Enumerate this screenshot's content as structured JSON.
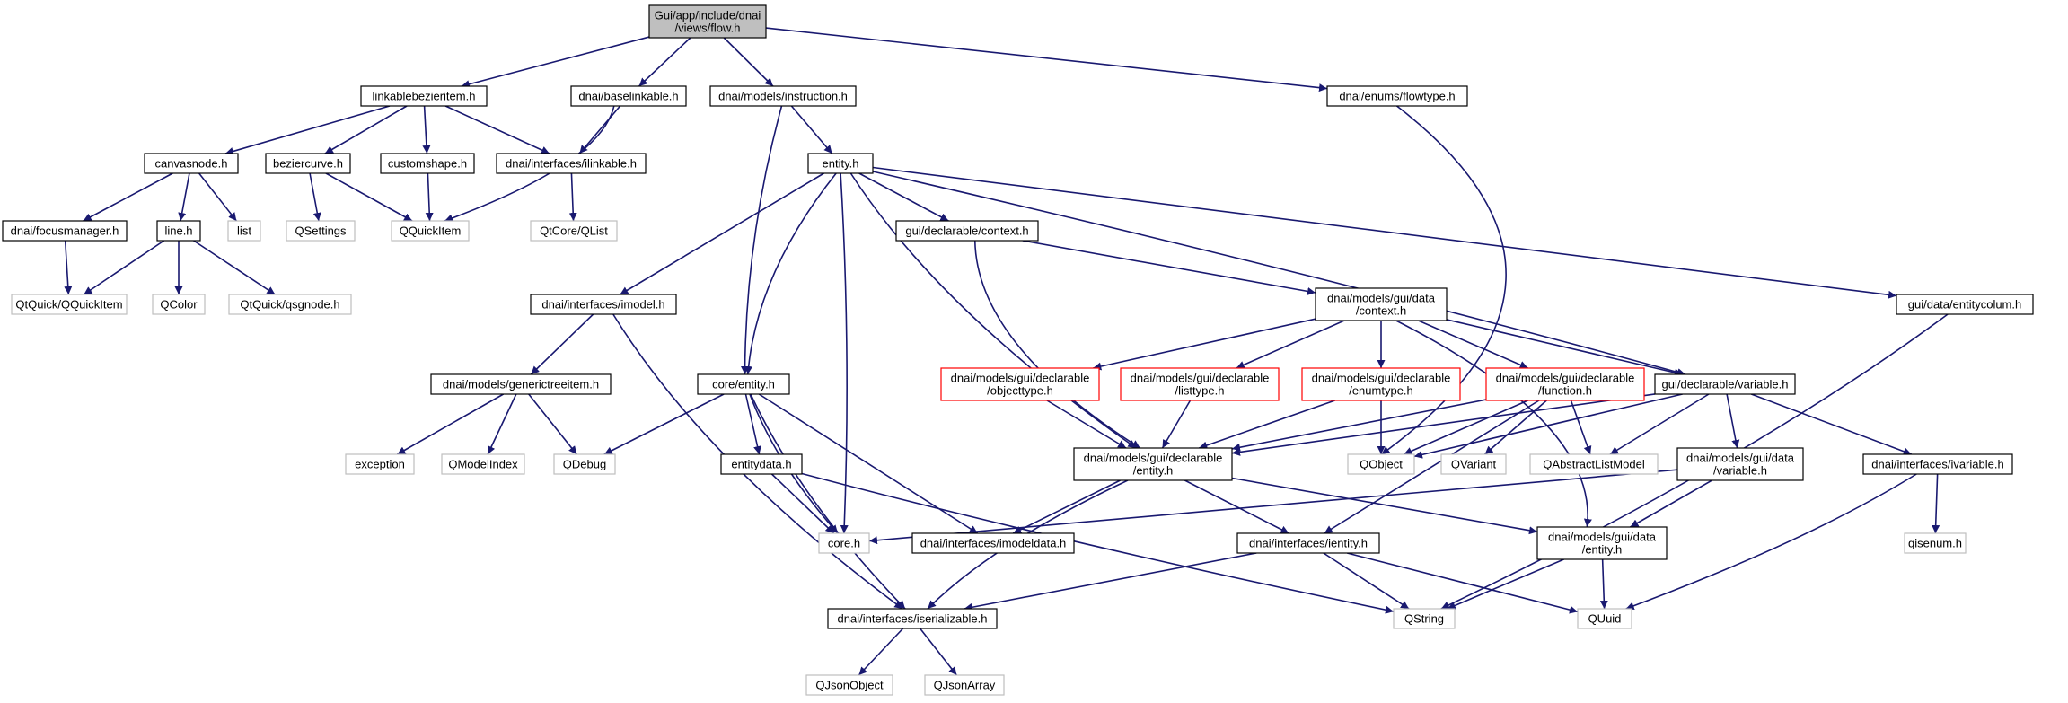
{
  "colors": {
    "edge": "#191970",
    "root_fill": "#bfbfbf",
    "node_border": "#000000",
    "external_border": "#bfbfbf",
    "missing_border": "#ff0000"
  },
  "nodes": {
    "root": [
      "Gui/app/include/dnai",
      "/views/flow.h"
    ],
    "linkablebezieritem": [
      "linkablebezieritem.h"
    ],
    "baselinkable": [
      "dnai/baselinkable.h"
    ],
    "instruction": [
      "dnai/models/instruction.h"
    ],
    "flowtype": [
      "dnai/enums/flowtype.h"
    ],
    "canvasnode": [
      "canvasnode.h"
    ],
    "beziercurve": [
      "beziercurve.h"
    ],
    "customshape": [
      "customshape.h"
    ],
    "ilinkable": [
      "dnai/interfaces/ilinkable.h"
    ],
    "entity": [
      "entity.h"
    ],
    "focusmanager": [
      "dnai/focusmanager.h"
    ],
    "line": [
      "line.h"
    ],
    "list": [
      "list"
    ],
    "qsettings": [
      "QSettings"
    ],
    "qquickitem": [
      "QQuickItem"
    ],
    "qtcoreqlist": [
      "QtCore/QList"
    ],
    "declcontext": [
      "gui/declarable/context.h"
    ],
    "qtquickqquickitem": [
      "QtQuick/QQuickItem"
    ],
    "qcolor": [
      "QColor"
    ],
    "qsgnode": [
      "QtQuick/qsgnode.h"
    ],
    "imodel": [
      "dnai/interfaces/imodel.h"
    ],
    "guidatacontext": [
      "dnai/models/gui/data",
      "/context.h"
    ],
    "entitycolum": [
      "gui/data/entitycolum.h"
    ],
    "generictreeitem": [
      "dnai/models/generictreeitem.h"
    ],
    "coreentity": [
      "core/entity.h"
    ],
    "objecttype": [
      "dnai/models/gui/declarable",
      "/objecttype.h"
    ],
    "listtype": [
      "dnai/models/gui/declarable",
      "/listtype.h"
    ],
    "enumtype": [
      "dnai/models/gui/declarable",
      "/enumtype.h"
    ],
    "function": [
      "dnai/models/gui/declarable",
      "/function.h"
    ],
    "declvariable": [
      "gui/declarable/variable.h"
    ],
    "exception": [
      "exception"
    ],
    "qmodelindex": [
      "QModelIndex"
    ],
    "qdebug": [
      "QDebug"
    ],
    "entitydata": [
      "entitydata.h"
    ],
    "declentity": [
      "dnai/models/gui/declarable",
      "/entity.h"
    ],
    "qobject": [
      "QObject"
    ],
    "qvariant": [
      "QVariant"
    ],
    "qabstractlistmodel": [
      "QAbstractListModel"
    ],
    "datavariable": [
      "dnai/models/gui/data",
      "/variable.h"
    ],
    "ivariable": [
      "dnai/interfaces/ivariable.h"
    ],
    "coreh": [
      "core.h"
    ],
    "imodeldata": [
      "dnai/interfaces/imodeldata.h"
    ],
    "ientity": [
      "dnai/interfaces/ientity.h"
    ],
    "dataentity": [
      "dnai/models/gui/data",
      "/entity.h"
    ],
    "qisenum": [
      "qisenum.h"
    ],
    "iserializable": [
      "dnai/interfaces/iserializable.h"
    ],
    "qstring": [
      "QString"
    ],
    "quuid": [
      "QUuid"
    ],
    "qjsonobject": [
      "QJsonObject"
    ],
    "qjsonarray": [
      "QJsonArray"
    ]
  }
}
